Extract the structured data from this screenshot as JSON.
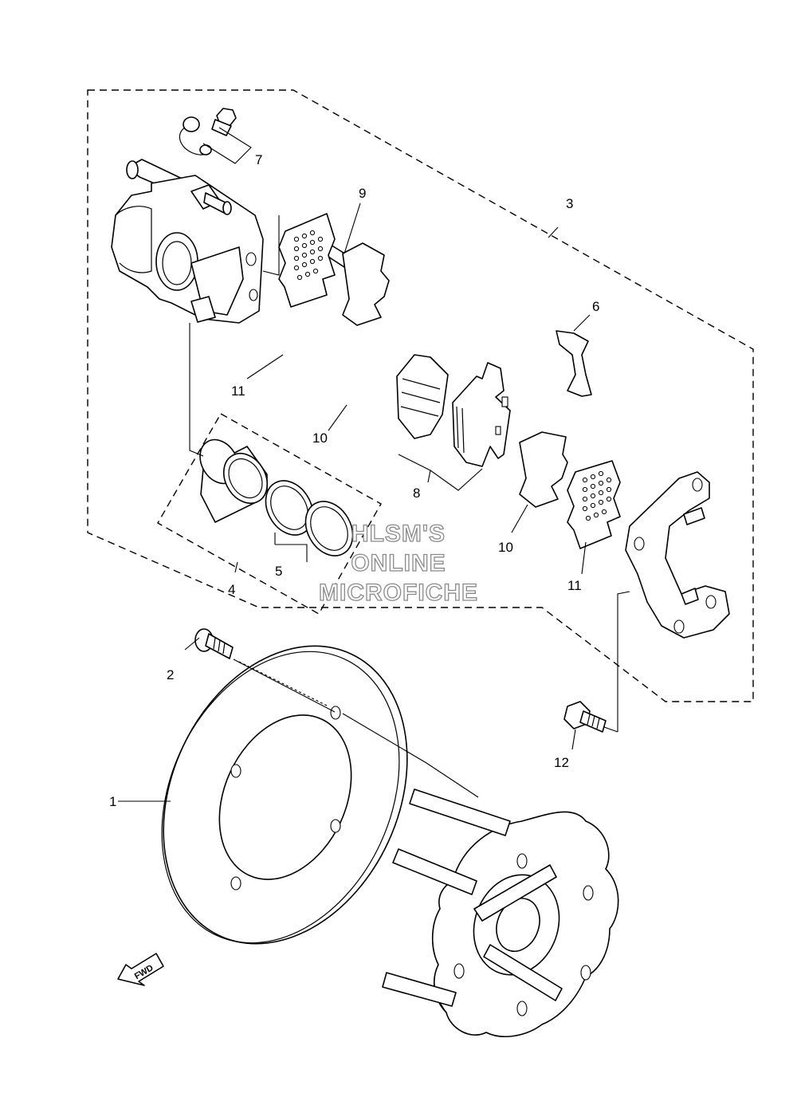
{
  "callouts": {
    "c1": "1",
    "c2": "2",
    "c3": "3",
    "c4": "4",
    "c5": "5",
    "c6": "6",
    "c7": "7",
    "c8": "8",
    "c9": "9",
    "c10a": "10",
    "c10b": "10",
    "c11a": "11",
    "c11b": "11",
    "c12": "12"
  },
  "watermark": {
    "line1": "HLSM'S",
    "line2": "ONLINE",
    "line3": "MICROFICHE"
  },
  "direction": {
    "label": "FWD"
  }
}
